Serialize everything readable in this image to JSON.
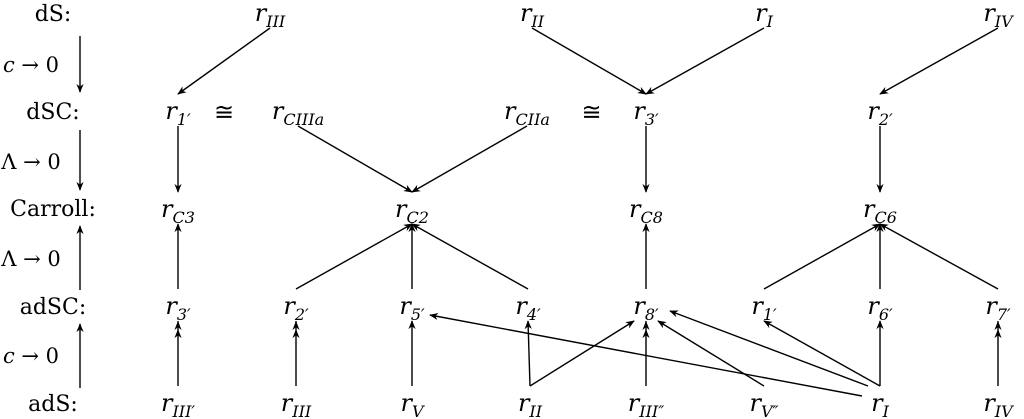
{
  "rows": {
    "ds": "dS:",
    "dsc": "dSC:",
    "carroll": "Carroll:",
    "adsc": "adSC:",
    "ads": "adS:"
  },
  "limits": [
    {
      "id": "dS-to-dSC",
      "param": "c",
      "text": " → 0",
      "direction": "down"
    },
    {
      "id": "dSC-to-Carroll",
      "param": "Λ",
      "text": " → 0",
      "direction": "down"
    },
    {
      "id": "adSC-to-Carroll",
      "param": "Λ",
      "text": " → 0",
      "direction": "up"
    },
    {
      "id": "adS-to-adSC",
      "param": "c",
      "text": " → 0",
      "direction": "up"
    }
  ],
  "isomorphism_symbol": "≅",
  "nodes": {
    "dS_III": {
      "base": "r",
      "sub": "III"
    },
    "dS_II": {
      "base": "r",
      "sub": "II"
    },
    "dS_I": {
      "base": "r",
      "sub": "I"
    },
    "dS_IV": {
      "base": "r",
      "sub": "IV"
    },
    "dSC_1p": {
      "base": "r",
      "sub": "1′"
    },
    "dSC_CIIIa": {
      "base": "r",
      "sub": "CIIIa"
    },
    "dSC_CIIa": {
      "base": "r",
      "sub": "CIIa"
    },
    "dSC_3p": {
      "base": "r",
      "sub": "3′"
    },
    "dSC_2p": {
      "base": "r",
      "sub": "2′"
    },
    "C_C3": {
      "base": "r",
      "sub": "C3"
    },
    "C_C2": {
      "base": "r",
      "sub": "C2"
    },
    "C_C8": {
      "base": "r",
      "sub": "C8"
    },
    "C_C6": {
      "base": "r",
      "sub": "C6"
    },
    "adSC_3p": {
      "base": "r",
      "sub": "3′"
    },
    "adSC_2p": {
      "base": "r",
      "sub": "2′"
    },
    "adSC_5p": {
      "base": "r",
      "sub": "5′"
    },
    "adSC_4p": {
      "base": "r",
      "sub": "4′"
    },
    "adSC_8p": {
      "base": "r",
      "sub": "8′"
    },
    "adSC_1p": {
      "base": "r",
      "sub": "1′"
    },
    "adSC_6p": {
      "base": "r",
      "sub": "6′"
    },
    "adSC_7p": {
      "base": "r",
      "sub": "7′"
    },
    "adS_IIIp": {
      "base": "r",
      "sub": "III′"
    },
    "adS_III": {
      "base": "r",
      "sub": "III"
    },
    "adS_V": {
      "base": "r",
      "sub": "V"
    },
    "adS_II": {
      "base": "r",
      "sub": "II"
    },
    "adS_IIIpp": {
      "base": "r",
      "sub": "III″"
    },
    "adS_Vpp": {
      "base": "r",
      "sub": "V″"
    },
    "adS_I": {
      "base": "r",
      "sub": "I"
    },
    "adS_IV": {
      "base": "r",
      "sub": "IV"
    }
  },
  "isomorphisms": [
    [
      "dSC_1p",
      "dSC_CIIIa"
    ],
    [
      "dSC_CIIa",
      "dSC_3p"
    ]
  ],
  "arrows": [
    {
      "from": "dS_III",
      "to": "dSC_1p",
      "style": "single"
    },
    {
      "from": "dS_II",
      "to": "dSC_3p",
      "style": "single"
    },
    {
      "from": "dS_I",
      "to": "dSC_3p",
      "style": "single"
    },
    {
      "from": "dS_IV",
      "to": "dSC_2p",
      "style": "single"
    },
    {
      "from": "dSC_1p",
      "to": "C_C3",
      "style": "single"
    },
    {
      "from": "dSC_CIIIa",
      "to": "C_C2",
      "style": "single"
    },
    {
      "from": "dSC_CIIa",
      "to": "C_C2",
      "style": "single"
    },
    {
      "from": "dSC_3p",
      "to": "C_C8",
      "style": "single"
    },
    {
      "from": "dSC_2p",
      "to": "C_C6",
      "style": "single"
    },
    {
      "from": "adSC_3p",
      "to": "C_C3",
      "style": "single"
    },
    {
      "from": "adSC_2p",
      "to": "C_C2",
      "style": "single"
    },
    {
      "from": "adSC_5p",
      "to": "C_C2",
      "style": "single"
    },
    {
      "from": "adSC_4p",
      "to": "C_C2",
      "style": "single"
    },
    {
      "from": "adSC_8p",
      "to": "C_C8",
      "style": "single"
    },
    {
      "from": "adSC_1p",
      "to": "C_C6",
      "style": "single"
    },
    {
      "from": "adSC_6p",
      "to": "C_C6",
      "style": "single"
    },
    {
      "from": "adSC_7p",
      "to": "C_C6",
      "style": "single"
    },
    {
      "from": "adS_IIIp",
      "to": "adSC_3p",
      "style": "double"
    },
    {
      "from": "adS_III",
      "to": "adSC_2p",
      "style": "double"
    },
    {
      "from": "adS_V",
      "to": "adSC_5p",
      "style": "single"
    },
    {
      "from": "adS_II",
      "to": "adSC_4p",
      "style": "single"
    },
    {
      "from": "adS_II",
      "to": "adSC_8p",
      "style": "single"
    },
    {
      "from": "adS_IIIpp",
      "to": "adSC_8p",
      "style": "double"
    },
    {
      "from": "adS_Vpp",
      "to": "adSC_8p",
      "style": "single"
    },
    {
      "from": "adS_I",
      "to": "adSC_8p",
      "style": "single"
    },
    {
      "from": "adS_I",
      "to": "adSC_5p",
      "style": "single"
    },
    {
      "from": "adS_I",
      "to": "adSC_1p",
      "style": "single"
    },
    {
      "from": "adS_I",
      "to": "adSC_6p",
      "style": "single"
    },
    {
      "from": "adS_IV",
      "to": "adSC_7p",
      "style": "double"
    }
  ]
}
